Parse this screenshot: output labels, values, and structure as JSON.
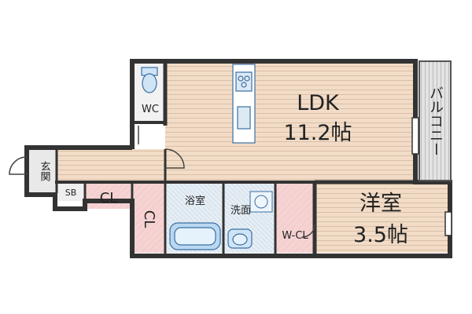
{
  "rooms": {
    "ldk": {
      "name": "LDK",
      "size": "11.2帖"
    },
    "bedroom": {
      "name": "洋室",
      "size": "3.5帖"
    },
    "balcony": {
      "name": "バルコニー"
    },
    "wc": {
      "name": "WC"
    },
    "entrance": {
      "name": "玄関"
    },
    "shoe_box": {
      "name": "SB"
    },
    "closet_1": {
      "name": "CL"
    },
    "closet_2": {
      "name": "CL"
    },
    "bathroom": {
      "name": "浴室"
    },
    "washroom": {
      "name": "洗面"
    },
    "walk_in_closet": {
      "name": "W-CL"
    }
  },
  "colors": {
    "floor": "#f2dcc7",
    "floor_lines": "#d9bfa6",
    "storage": "#f6d3d3",
    "bath": "#cfe4f5",
    "balcony": "#dddddd",
    "wall": "#333333"
  }
}
